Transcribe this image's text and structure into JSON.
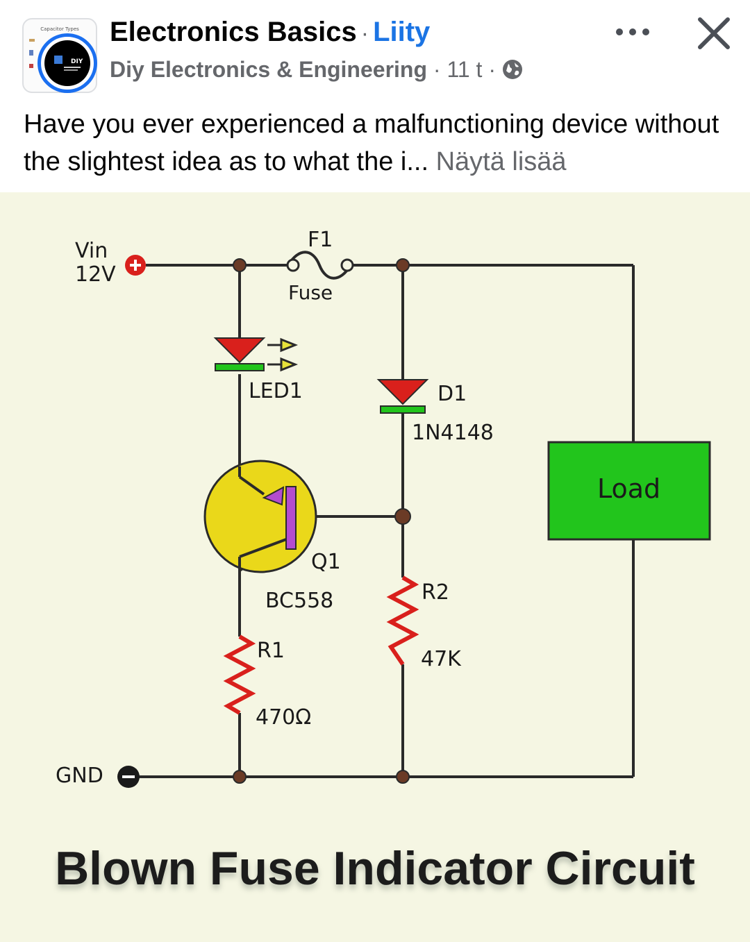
{
  "header": {
    "group_name": "Electronics Basics",
    "separator": "·",
    "join_label": "Liity",
    "author": "Diy Electronics & Engineering",
    "time": "11 t",
    "avatar_caption": "Capacitor Types",
    "avatar_badge": "DIY"
  },
  "post": {
    "text": "Have you ever experienced a malfunctioning device without the slightest idea as to what the i...",
    "see_more": "Näytä lisää"
  },
  "icons": {
    "more": "more-dots-icon",
    "close": "close-icon",
    "privacy": "globe-icon"
  },
  "colors": {
    "join_blue": "#1b74e4",
    "muted_text": "#65676b",
    "circuit_background": "#f5f6e3",
    "led_red": "#d9201c",
    "load_green": "#22c51c",
    "transistor_yellow": "#ead81a",
    "transistor_base": "#b44ccf"
  },
  "circuit": {
    "vin_label": "Vin\n12V",
    "fuse_ref": "F1",
    "fuse_label": "Fuse",
    "led_label": "LED1",
    "diode_ref": "D1",
    "diode_part": "1N4148",
    "transistor_ref": "Q1",
    "transistor_part": "BC558",
    "r1_ref": "R1",
    "r1_value": "470Ω",
    "r2_ref": "R2",
    "r2_value": "47K",
    "load_label": "Load",
    "gnd_label": "GND",
    "title": "Blown Fuse Indicator Circuit"
  }
}
